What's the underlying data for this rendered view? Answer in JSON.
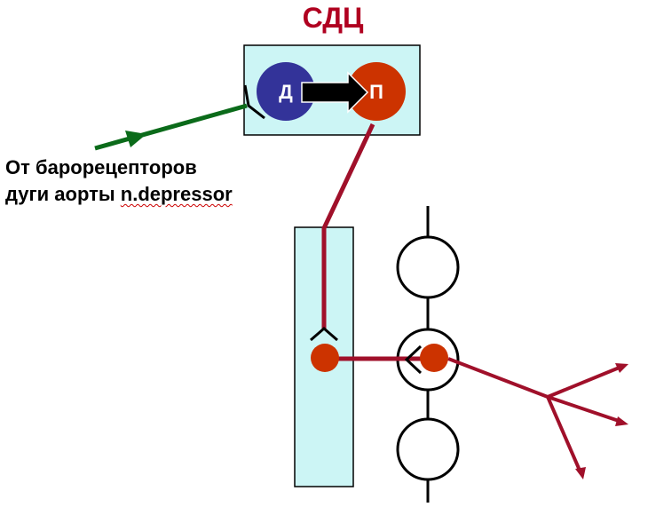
{
  "title": "СДЦ",
  "nodes": {
    "left_letter": "Д",
    "right_letter": "П"
  },
  "caption": {
    "line1": "От барорецепторов",
    "line2_prefix": "дуги аорты ",
    "line2_term": "n.depressor"
  },
  "colors": {
    "title": "#b00020",
    "box_fill": "#ccf5f5",
    "node_blue": "#333399",
    "node_red": "#cc3300",
    "fiber_red": "#a0102a",
    "afferent_green": "#0b6b1a"
  }
}
